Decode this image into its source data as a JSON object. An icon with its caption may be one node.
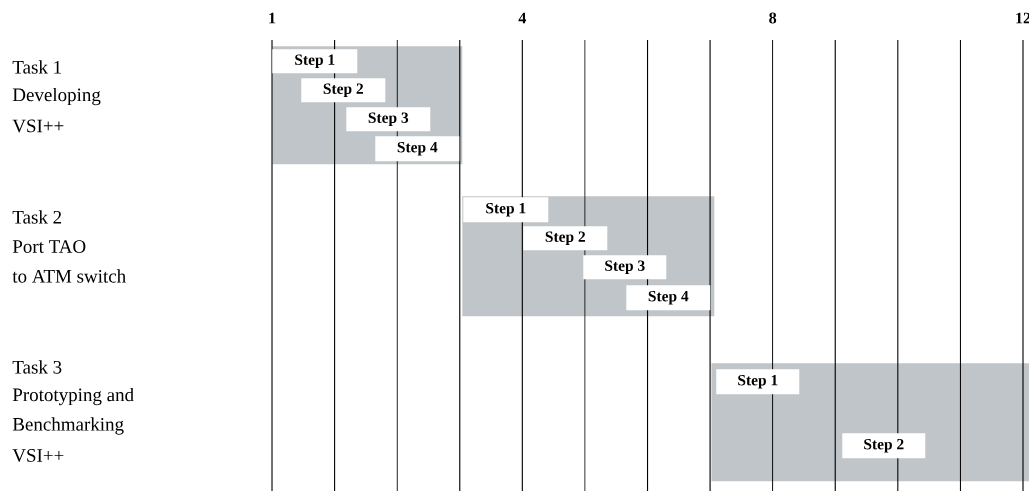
{
  "diagram": {
    "nodes": [
      {
        "text": [],
        "shape": "bar",
        "beside": [
          "Task 1",
          "Developing",
          "VSI++"
        ]
      },
      {
        "text": [
          "Step 1"
        ],
        "in": 0
      },
      {
        "text": [
          "Step 2"
        ],
        "in": 0
      },
      {
        "text": [
          "Step 3"
        ],
        "in": 0
      },
      {
        "text": [
          "Step 4"
        ],
        "in": 0
      },
      {
        "text": [],
        "shape": "bar",
        "beside": [
          "Task 2",
          "Port TAO",
          "to ATM switch"
        ]
      },
      {
        "text": [
          "Step 1"
        ],
        "in": 5
      },
      {
        "text": [
          "Step 2"
        ],
        "in": 5
      },
      {
        "text": [
          "Step 3"
        ],
        "in": 5
      },
      {
        "text": [
          "Step 4"
        ],
        "in": 5
      },
      {
        "text": [],
        "shape": "bar",
        "beside": [
          "Task 3",
          "Prototyping and",
          "Benchmarking",
          "VSI++"
        ]
      },
      {
        "text": [
          "Step 1"
        ],
        "in": 10
      },
      {
        "text": [
          "Step 2"
        ],
        "in": 10
      }
    ],
    "labels": [
      "1",
      "4",
      "8",
      "12"
    ]
  }
}
